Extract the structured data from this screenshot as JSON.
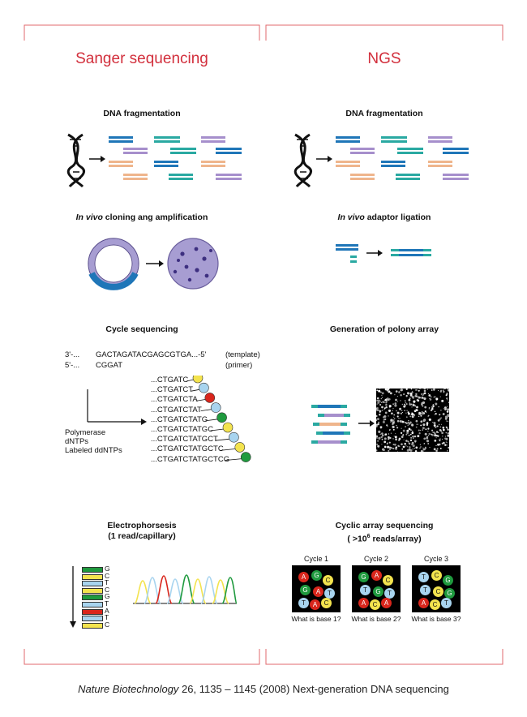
{
  "panels": {
    "left": {
      "title": "Sanger sequencing"
    },
    "right": {
      "title": "NGS"
    }
  },
  "sanger": {
    "step1": {
      "title": "DNA fragmentation"
    },
    "step2": {
      "title_italic": "In vivo",
      "title_rest": " cloning ang amplification"
    },
    "step3": {
      "title": "Cycle sequencing",
      "template_prefix": "3'-...",
      "template_seq": "GACTAGATACGAGCGTGA...-5'",
      "template_label": "(template)",
      "primer_prefix": "5'-...",
      "primer_seq": "CGGAT",
      "primer_label": "(primer)",
      "reagents": [
        "Polymerase",
        "dNTPs",
        "Labeled ddNTPs"
      ],
      "products": [
        {
          "seq": "...CTGATC",
          "color": "#f3e34e"
        },
        {
          "seq": "...CTGATCT",
          "color": "#a8d4ef"
        },
        {
          "seq": "...CTGATCTA",
          "color": "#d9261c"
        },
        {
          "seq": "...CTGATCTAT",
          "color": "#a8d4ef"
        },
        {
          "seq": "...CTGATCTATG",
          "color": "#1f9a3e"
        },
        {
          "seq": "...CTGATCTATGC",
          "color": "#f3e34e"
        },
        {
          "seq": "...CTGATCTATGCT",
          "color": "#a8d4ef"
        },
        {
          "seq": "...CTGATCTATGCTC",
          "color": "#f3e34e"
        },
        {
          "seq": "...CTGATCTATGCTCG",
          "color": "#1f9a3e"
        }
      ]
    },
    "step4": {
      "title_line1": "Electrophorsesis",
      "title_line2": "(1 read/capillary)",
      "bases": [
        "G",
        "C",
        "T",
        "C",
        "G",
        "T",
        "A",
        "T",
        "C"
      ]
    }
  },
  "ngs": {
    "step1": {
      "title": "DNA fragmentation"
    },
    "step2": {
      "title_italic": "In vivo",
      "title_rest": " adaptor ligation"
    },
    "step3": {
      "title": "Generation of polony array"
    },
    "step4": {
      "title_line1": "Cyclic array sequencing",
      "title_line2_pre": "( >10",
      "title_line2_sup": "6",
      "title_line2_post": " reads/array)",
      "cycles": [
        {
          "label": "Cycle 1",
          "question": "What is base 1?",
          "beads": [
            [
              "A",
              "#d9261c"
            ],
            [
              "G",
              "#1f9a3e"
            ],
            [
              "C",
              "#f3e34e"
            ],
            [
              "G",
              "#1f9a3e"
            ],
            [
              "A",
              "#d9261c"
            ],
            [
              "T",
              "#a8d4ef"
            ],
            [
              "T",
              "#a8d4ef"
            ],
            [
              "A",
              "#d9261c"
            ],
            [
              "C",
              "#f3e34e"
            ]
          ]
        },
        {
          "label": "Cycle 2",
          "question": "What is base 2?",
          "beads": [
            [
              "G",
              "#1f9a3e"
            ],
            [
              "A",
              "#d9261c"
            ],
            [
              "C",
              "#f3e34e"
            ],
            [
              "T",
              "#a8d4ef"
            ],
            [
              "G",
              "#1f9a3e"
            ],
            [
              "T",
              "#a8d4ef"
            ],
            [
              "A",
              "#d9261c"
            ],
            [
              "C",
              "#f3e34e"
            ],
            [
              "A",
              "#d9261c"
            ]
          ]
        },
        {
          "label": "Cycle 3",
          "question": "What is base 3?",
          "beads": [
            [
              "T",
              "#a8d4ef"
            ],
            [
              "C",
              "#f3e34e"
            ],
            [
              "G",
              "#1f9a3e"
            ],
            [
              "T",
              "#a8d4ef"
            ],
            [
              "C",
              "#f3e34e"
            ],
            [
              "G",
              "#1f9a3e"
            ],
            [
              "A",
              "#d9261c"
            ],
            [
              "C",
              "#f3e34e"
            ],
            [
              "T",
              "#a8d4ef"
            ]
          ]
        }
      ]
    }
  },
  "citation": {
    "journal": "Nature Biotechnology",
    "details": " 26, 1135 – 1145 (2008) Next-generation DNA sequencing"
  },
  "colors": {
    "accent": "#d22f3c",
    "blue": "#1f76b8",
    "teal": "#2aa9a2",
    "purple": "#a68fcc",
    "peach": "#efb58c",
    "A": "#d9261c",
    "C": "#f3e34e",
    "G": "#1f9a3e",
    "T": "#a8d4ef"
  }
}
